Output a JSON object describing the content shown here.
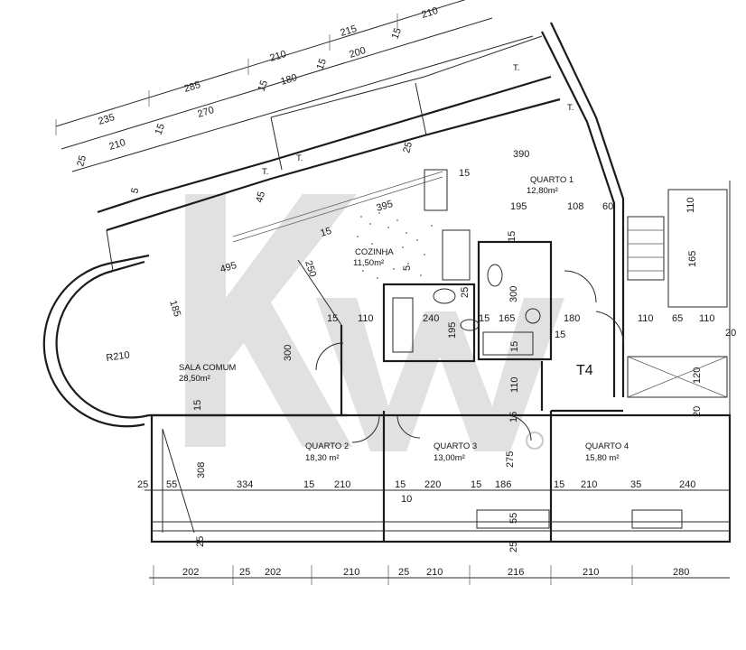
{
  "top_dims_row1": [
    "235",
    "285",
    "210",
    "215",
    "210"
  ],
  "top_dims_row2": [
    "210",
    "15",
    "270",
    "15",
    "180",
    "15",
    "200",
    "15"
  ],
  "top_dims_row3": [
    "25",
    "5",
    "45",
    "25",
    "15"
  ],
  "rooms": {
    "quarto1_name": "QUARTO 1",
    "quarto1_area": "12,80m²",
    "cozinha_name": "COZINHA",
    "cozinha_area": "11,50m²",
    "sala_name": "SALA COMUM",
    "sala_area": "28,50m²",
    "quarto2_name": "QUARTO 2",
    "quarto2_area": "18,30 m²",
    "quarto3_name": "QUARTO 3",
    "quarto3_area": "13,00m²",
    "quarto4_name": "QUARTO 4",
    "quarto4_area": "15,80 m²"
  },
  "typology": "T4",
  "radius": "R210",
  "marks": [
    "T.",
    "T.",
    "T.",
    "T."
  ],
  "inner_dims": {
    "d390": "390",
    "d195": "195",
    "d108": "108",
    "d60": "60",
    "d395": "395",
    "d495": "495",
    "d185": "185",
    "d250": "250",
    "d300a": "300",
    "d15a": "15",
    "d110a": "110",
    "d240": "240",
    "d15b": "15",
    "d165": "165",
    "d180": "180",
    "d195b": "195",
    "d300b": "300",
    "d110b": "110",
    "d15c": "15",
    "d15d": "15",
    "d25a": "25",
    "d5": "5",
    "d15e": "15",
    "d15f": "15",
    "d110c": "110",
    "d65": "65",
    "d110d": "110",
    "d165b": "165",
    "d110e": "110",
    "d20": "20",
    "d120": "120",
    "d20b": "20",
    "d15g": "15",
    "d275": "275",
    "d15h": "15"
  },
  "bottom_row1": [
    "25",
    "55",
    "308",
    "334",
    "15",
    "210",
    "15",
    "220",
    "15",
    "186",
    "15",
    "210",
    "35",
    "240"
  ],
  "bottom_row1b": [
    "10"
  ],
  "bottom_row2": [
    "202",
    "25",
    "202",
    "210",
    "25",
    "210",
    "216",
    "210",
    "280"
  ],
  "misc": {
    "d25c": "25",
    "d55": "55",
    "d25d": "25"
  }
}
